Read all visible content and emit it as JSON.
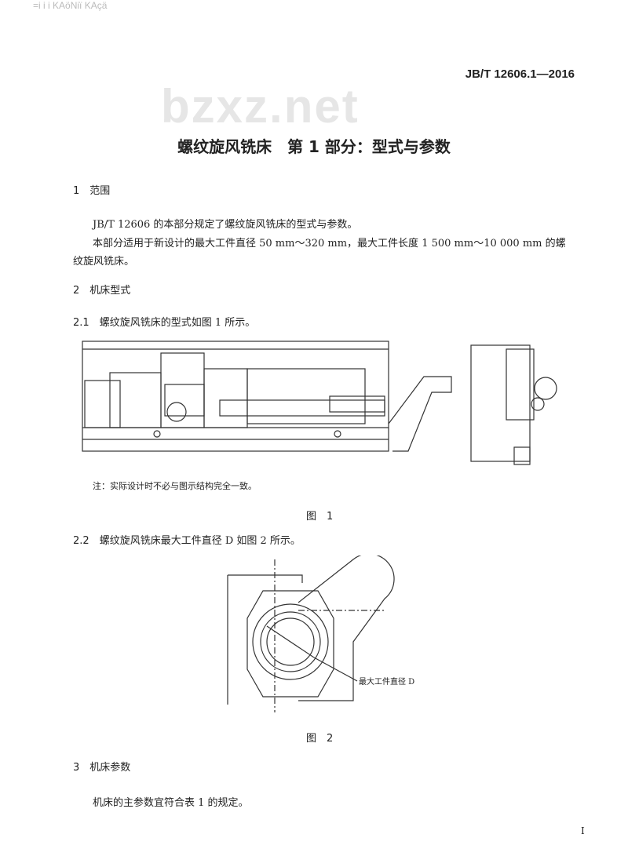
{
  "top_mark": "=i i i KAöNiï KAçä",
  "header": {
    "standard_no": "JB/T 12606.1—2016"
  },
  "watermark": "bzxz.net",
  "title": "螺纹旋风铣床　第 1 部分：型式与参数",
  "s1": {
    "num": "1",
    "heading": "范围",
    "p1": "JB/T 12606 的本部分规定了螺纹旋风铣床的型式与参数。",
    "p2a": "本部分适用于新设计的最大工件直径 50 mm～320 mm，最大工件长度 1 500 mm～10 000 mm 的螺",
    "p2b": "纹旋风铣床。"
  },
  "s2": {
    "num": "2",
    "heading": "机床型式",
    "s21_num": "2.1",
    "s21": "螺纹旋风铣床的型式如图 1 所示。",
    "note": "注：实际设计时不必与图示结构完全一致。",
    "fig1": "图　1",
    "s22_num": "2.2",
    "s22": "螺纹旋风铣床最大工件直径 D 如图 2 所示。",
    "fig2_label": "最大工件直径 D",
    "fig2": "图　2"
  },
  "s3": {
    "num": "3",
    "heading": "机床参数",
    "p1": "机床的主参数宜符合表 1 的规定。"
  },
  "page_number": "I"
}
